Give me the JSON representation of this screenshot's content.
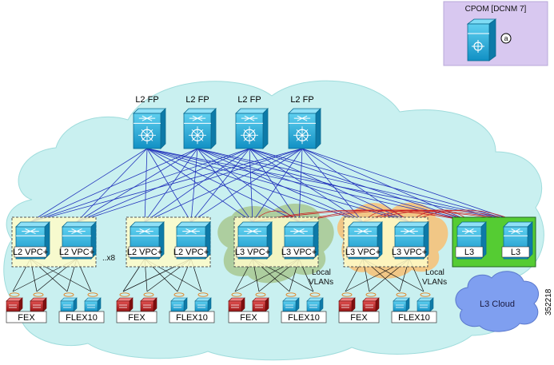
{
  "cpom": {
    "title": "CPOM [DCNM 7]",
    "badge": "a"
  },
  "spines": [
    {
      "label": "L2 FP"
    },
    {
      "label": "L2 FP"
    },
    {
      "label": "L2 FP"
    },
    {
      "label": "L2 FP"
    }
  ],
  "leaf_groups": [
    {
      "switches": [
        "L2 VPC+",
        "L2 VPC+"
      ]
    },
    {
      "switches": [
        "L2 VPC+",
        "L2 VPC+"
      ]
    },
    {
      "switches": [
        "L3 VPC+",
        "L3 VPC+"
      ]
    },
    {
      "switches": [
        "L3 VPC+",
        "L3 VPC+"
      ]
    }
  ],
  "l3_group": {
    "switches": [
      "L3",
      "L3"
    ]
  },
  "multiplier": "..x8",
  "local_vlans_label": [
    "Local",
    "VLANs"
  ],
  "access_groups": [
    {
      "fex": "FEX",
      "flex": "FLEX10"
    },
    {
      "fex": "FEX",
      "flex": "FLEX10"
    },
    {
      "fex": "FEX",
      "flex": "FLEX10"
    },
    {
      "fex": "FEX",
      "flex": "FLEX10"
    }
  ],
  "l3_cloud": "L3 Cloud",
  "figure_id": "352218",
  "colors": {
    "cloud": "#c9f0f0",
    "switch_blue": "#1aa0d0",
    "switch_red": "#b02020",
    "dashed_box": "#fffcc8",
    "l3_box": "#55cc33",
    "cpom_box": "#d8c8f0",
    "olive_cloud": "#a8c890",
    "orange_cloud": "#f5c27a",
    "l3_cloud": "#7f9ff0",
    "link_blue": "#2233bb",
    "link_red": "#cc2222",
    "link_black": "#111111"
  }
}
